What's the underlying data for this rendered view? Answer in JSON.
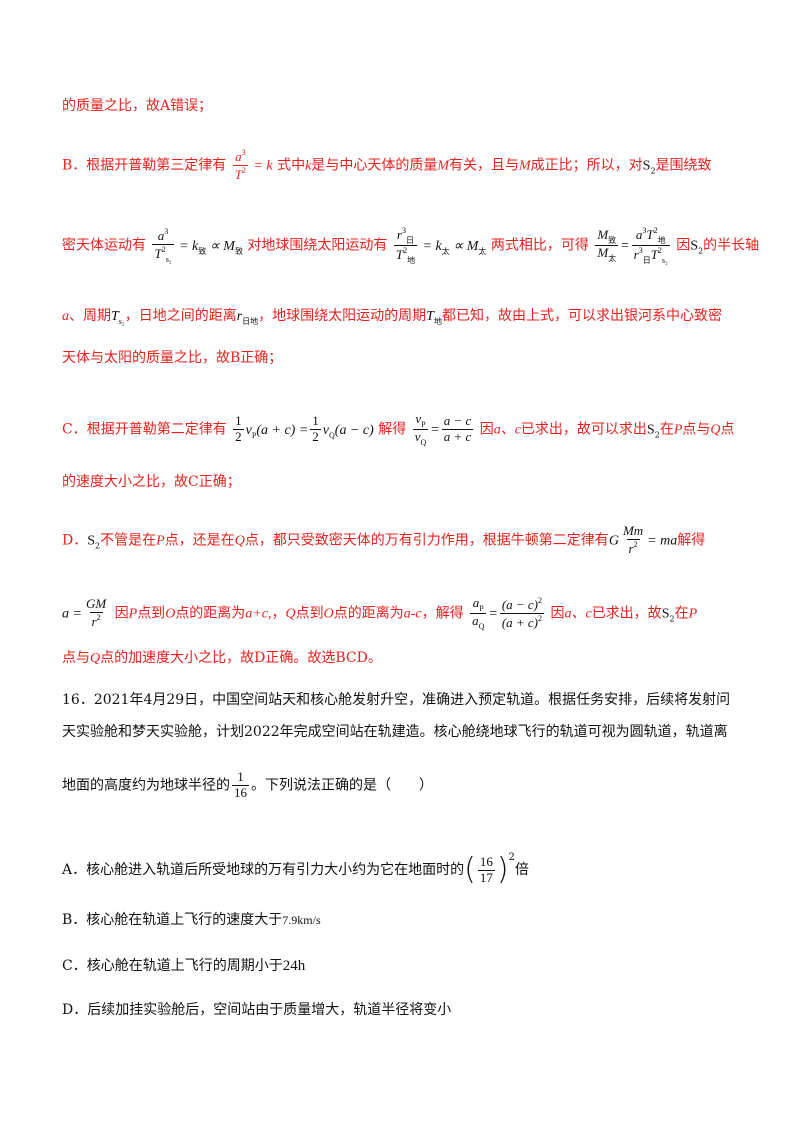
{
  "sol_a_end": "的质量之比，故A错误；",
  "sol_b": {
    "l1_pre": "B．根据开普勒第三定律有",
    "l1_mid": "式中",
    "l1_k": "k",
    "l1_mid2": "是与中心天体的质量",
    "l1_M": "M",
    "l1_mid3": "有关，且与",
    "l1_M2": "M",
    "l1_end": "成正比；所以，对",
    "l1_s": "S",
    "l1_tail": "是围绕致",
    "l2_a": "密天体运动有",
    "l2_b": "对地球围绕太阳运动有",
    "l2_c": "两式相比，可得",
    "l2_d": "因",
    "l2_s": "S",
    "l2_e": "的半长轴",
    "l3_a": "a",
    "l3_b": "、周期",
    "l3_c": "，日地之间的距离",
    "l3_d": "，地球围绕太阳运动的周期",
    "l3_e": "都已知，故由上式，可以求出银河系中心致密",
    "l4": "天体与太阳的质量之比，故B正确；"
  },
  "sol_c": {
    "l1_pre": "C．根据开普勒第二定律有",
    "l1_solve": "解得",
    "l1_because": "因",
    "l1_ac": "a、c",
    "l1_known": "已求出，故可以求出",
    "l1_s": "S",
    "l1_at": "在",
    "l1_P": "P",
    "l1_and": "点与",
    "l1_Q": "Q",
    "l1_end": "点",
    "l2": "的速度大小之比，故C正确；"
  },
  "sol_d": {
    "l1_pre": "D．",
    "l1_s": "S",
    "l1_a": "不管是在",
    "l1_P": "P",
    "l1_b": "点，还是在",
    "l1_Q": "Q",
    "l1_c": "点，都只受致密天体的万有引力作用，根据牛顿第二定律有",
    "l1_solve": "解得",
    "l2_because": "因",
    "l2_P": "P",
    "l2_a": "点到",
    "l2_O": "O",
    "l2_b": "点的距离为",
    "l2_apc": "a+c,",
    "l2_c": "，",
    "l2_Q": "Q",
    "l2_d": "点到",
    "l2_O2": "O",
    "l2_e": "点的距离为",
    "l2_amc": "a-c",
    "l2_f": "，解得",
    "l2_g": "因",
    "l2_ac": "a、c",
    "l2_h": "已求出，故",
    "l2_s": "S",
    "l2_at": "在",
    "l2_P2": "P",
    "l3_a": "点与",
    "l3_Q": "Q",
    "l3_b": "点的加速度大小之比，故D正确。故选BCD。"
  },
  "q16": {
    "l1": "16．2021年4月29日，中国空间站天和核心舱发射升空，准确进入预定轨道。根据任务安排，后续将发射问",
    "l2": "天实验舱和梦天实验舱，计划2022年完成空间站在轨建造。核心舱绕地球飞行的轨道可视为圆轨道，轨道离",
    "l3_a": "地面的高度约为地球半径的",
    "l3_num": "1",
    "l3_den": "16",
    "l3_b": "。下列说法正确的是（　　）",
    "opt_a_pre": "A．核心舱进入轨道后所受地球的万有引力大小约为它在地面时的",
    "opt_a_num": "16",
    "opt_a_den": "17",
    "opt_a_exp": "2",
    "opt_a_end": "倍",
    "opt_b_pre": "B．核心舱在轨道上飞行的速度大于",
    "opt_b_val": "7.9km/s",
    "opt_c_pre": "C．核心舱在轨道上飞行的周期小于",
    "opt_c_val": "24h",
    "opt_d": "D．后续加挂实验舱后，空间站由于质量增大，轨道半径将变小"
  }
}
